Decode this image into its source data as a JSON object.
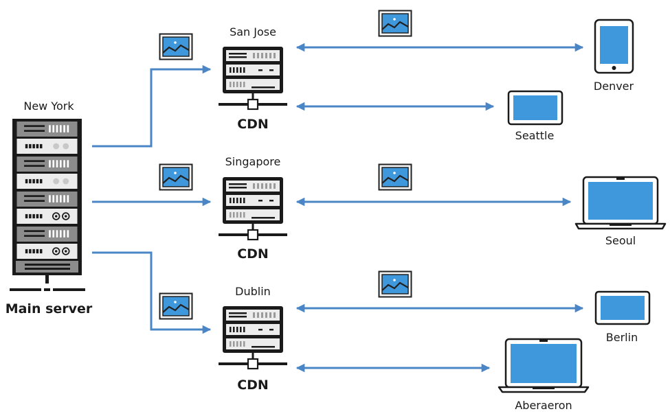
{
  "main_server": {
    "city": "New York",
    "label": "Main server"
  },
  "cdn_nodes": [
    {
      "city": "San Jose",
      "label": "CDN",
      "clients": [
        {
          "name": "Denver",
          "device": "tablet-icon"
        },
        {
          "name": "Seattle",
          "device": "small-tablet-icon"
        }
      ]
    },
    {
      "city": "Singapore",
      "label": "CDN",
      "clients": [
        {
          "name": "Seoul",
          "device": "laptop-icon"
        }
      ]
    },
    {
      "city": "Dublin",
      "label": "CDN",
      "clients": [
        {
          "name": "Berlin",
          "device": "small-tablet-icon"
        },
        {
          "name": "Aberaeron",
          "device": "laptop-icon"
        }
      ]
    }
  ],
  "colors": {
    "connector": "#4a86c5",
    "screen": "#3f97dc",
    "server_dark": "#1a1a1a",
    "server_gray": "#8c8c8c",
    "server_light": "#ececec",
    "image_sky": "#3f97dc"
  },
  "icons": [
    "image-icon",
    "server-rack-icon",
    "cdn-server-icon",
    "tablet-icon",
    "laptop-icon"
  ]
}
